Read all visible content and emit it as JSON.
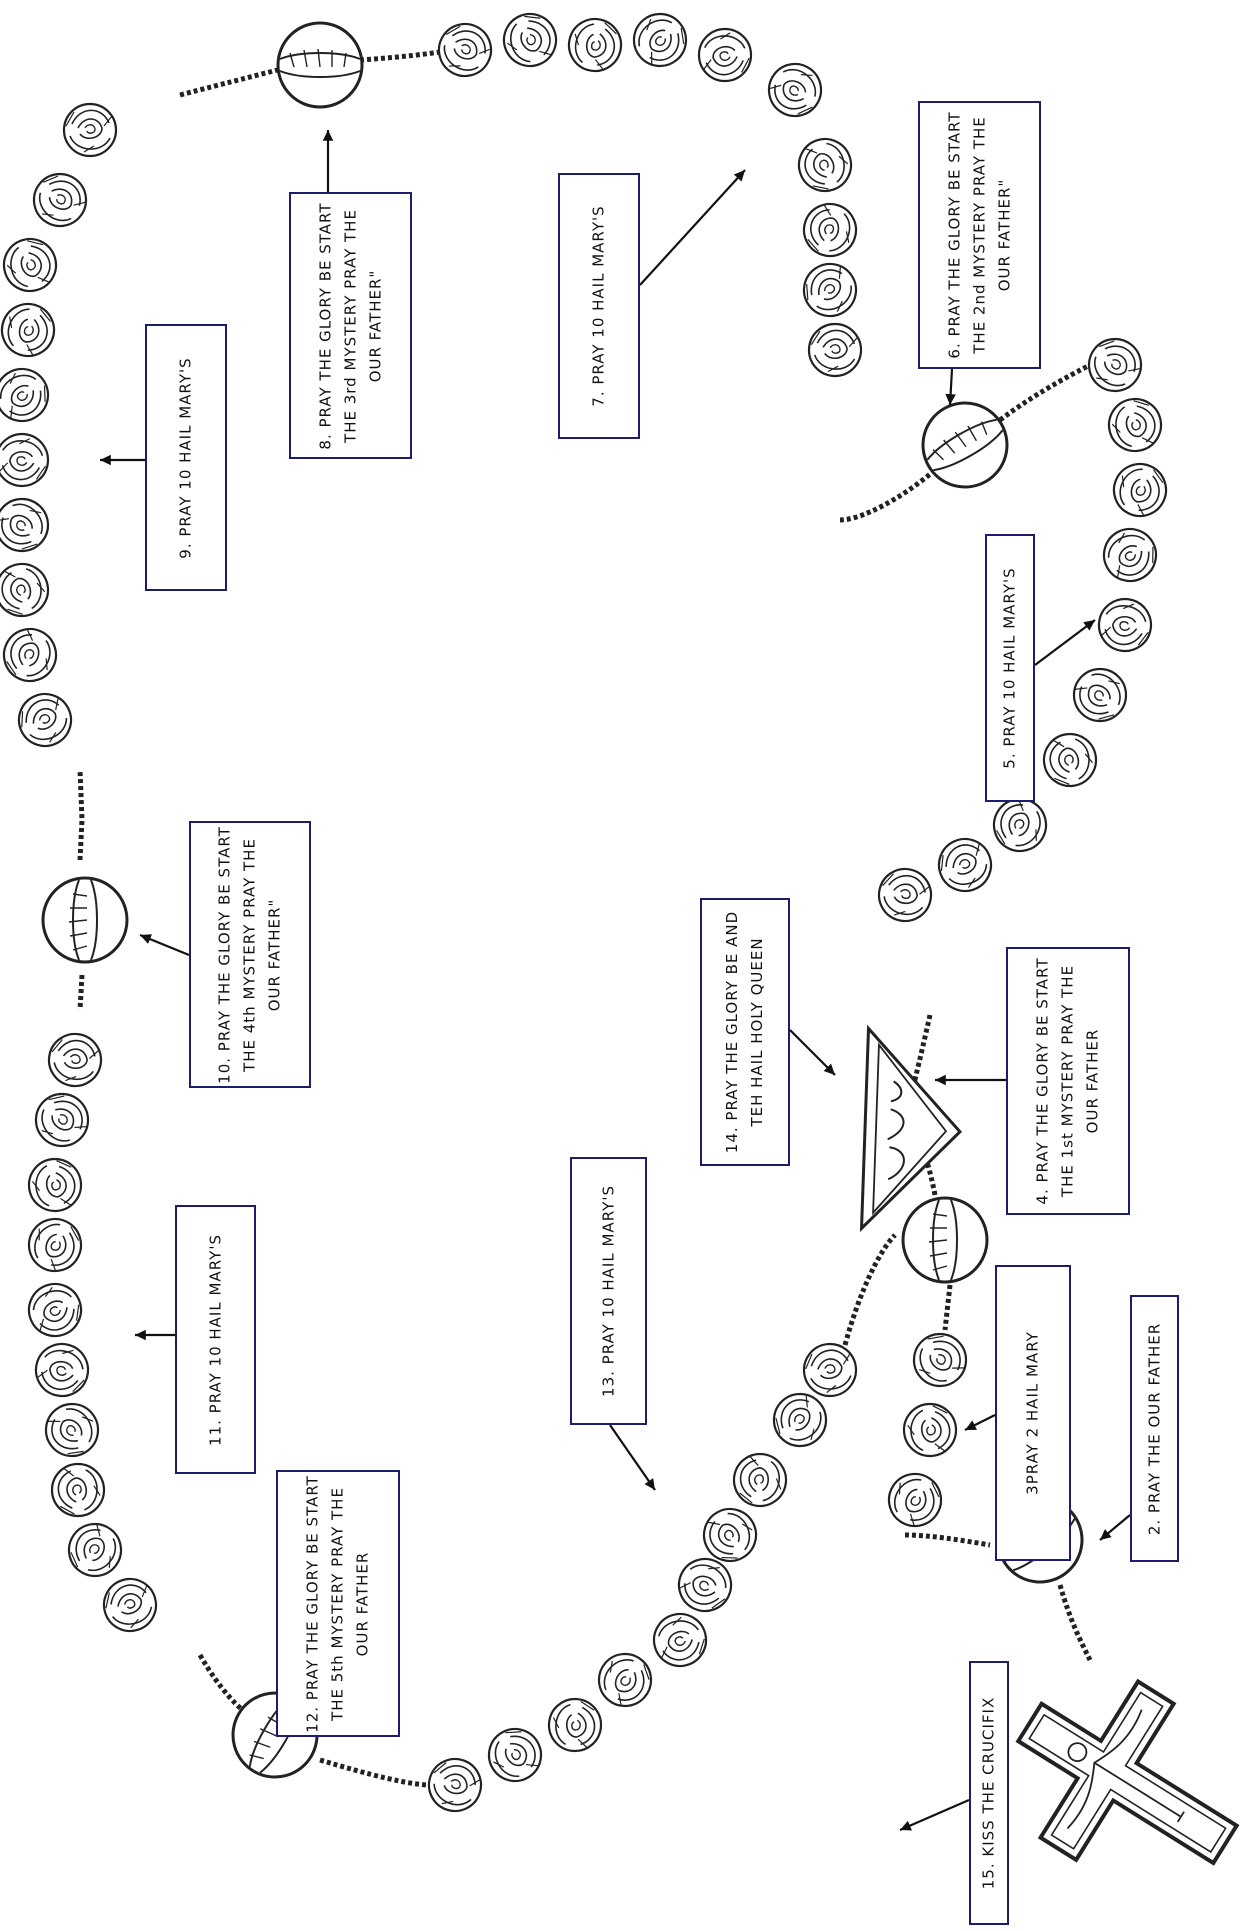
{
  "colors": {
    "box_border": "#1d1d6e",
    "line": "#222222",
    "bead_fill": "#ffffff"
  },
  "labels": {
    "step2": "2. PRAY THE OUR FATHER",
    "step3": "3PRAY 2 HAIL MARY",
    "step4": "4. PRAY THE GLORY BE START\nTHE 1st MYSTERY PRAY THE\nOUR FATHER",
    "step5": "5. PRAY 10 HAIL MARY'S",
    "step6": "6. PRAY THE GLORY BE START\nTHE 2nd MYSTERY PRAY THE\nOUR FATHER\"",
    "step7": "7. PRAY 10 HAIL MARY'S",
    "step8": "8. PRAY THE GLORY BE START\nTHE 3rd MYSTERY PRAY THE\nOUR FATHER\"",
    "step9": "9. PRAY 10 HAIL MARY'S",
    "step10": "10. PRAY THE GLORY BE START\nTHE 4th MYSTERY PRAY THE\nOUR FATHER\"",
    "step11": "11. PRAY 10 HAIL MARY'S",
    "step12": "12. PRAY THE GLORY BE START\nTHE 5th MYSTERY PRAY THE\nOUR FATHER",
    "step13": "13. PRAY 10 HAIL MARY'S",
    "step14": "14. PRAY THE GLORY BE AND\nTEH HAIL HOLY QUEEN",
    "step15": "15. KISS THE CRUCIFIX"
  },
  "icons": {
    "rose_bead": "rose-icon",
    "large_bead": "large-bead-icon",
    "centerpiece": "centerpiece-medal-icon",
    "crucifix": "crucifix-icon"
  }
}
